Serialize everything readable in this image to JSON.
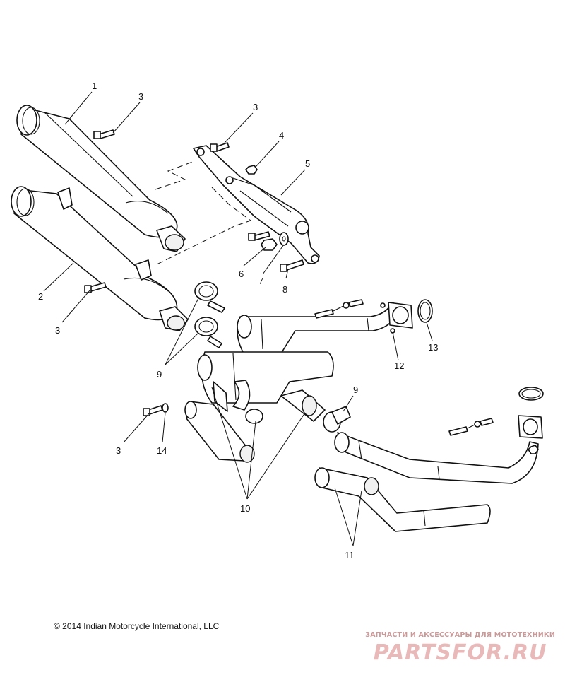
{
  "diagram": {
    "callouts": {
      "muffler_upper": "1",
      "muffler_lower": "2",
      "bolt_a": "3",
      "bolt_b": "3",
      "bolt_c": "3",
      "bolt_d": "3",
      "nut_4": "4",
      "bracket": "5",
      "nut_6": "6",
      "washer_7": "7",
      "bolt_8": "8",
      "clamp_left": "9",
      "clamp_right": "9",
      "head_pipe_rear": "10",
      "head_pipe_front": "11",
      "stud_12": "12",
      "gasket_13": "13",
      "washer_14": "14"
    },
    "copyright": "© 2014 Indian Motorcycle International, LLC"
  },
  "watermark": {
    "tagline": "ЗАПЧАСТИ И АКСЕССУАРЫ ДЛЯ МОТОТЕХНИКИ",
    "logo": "PARTSFOR.RU"
  },
  "colors": {
    "line": "#111111",
    "watermark": "#e9b8b8"
  }
}
